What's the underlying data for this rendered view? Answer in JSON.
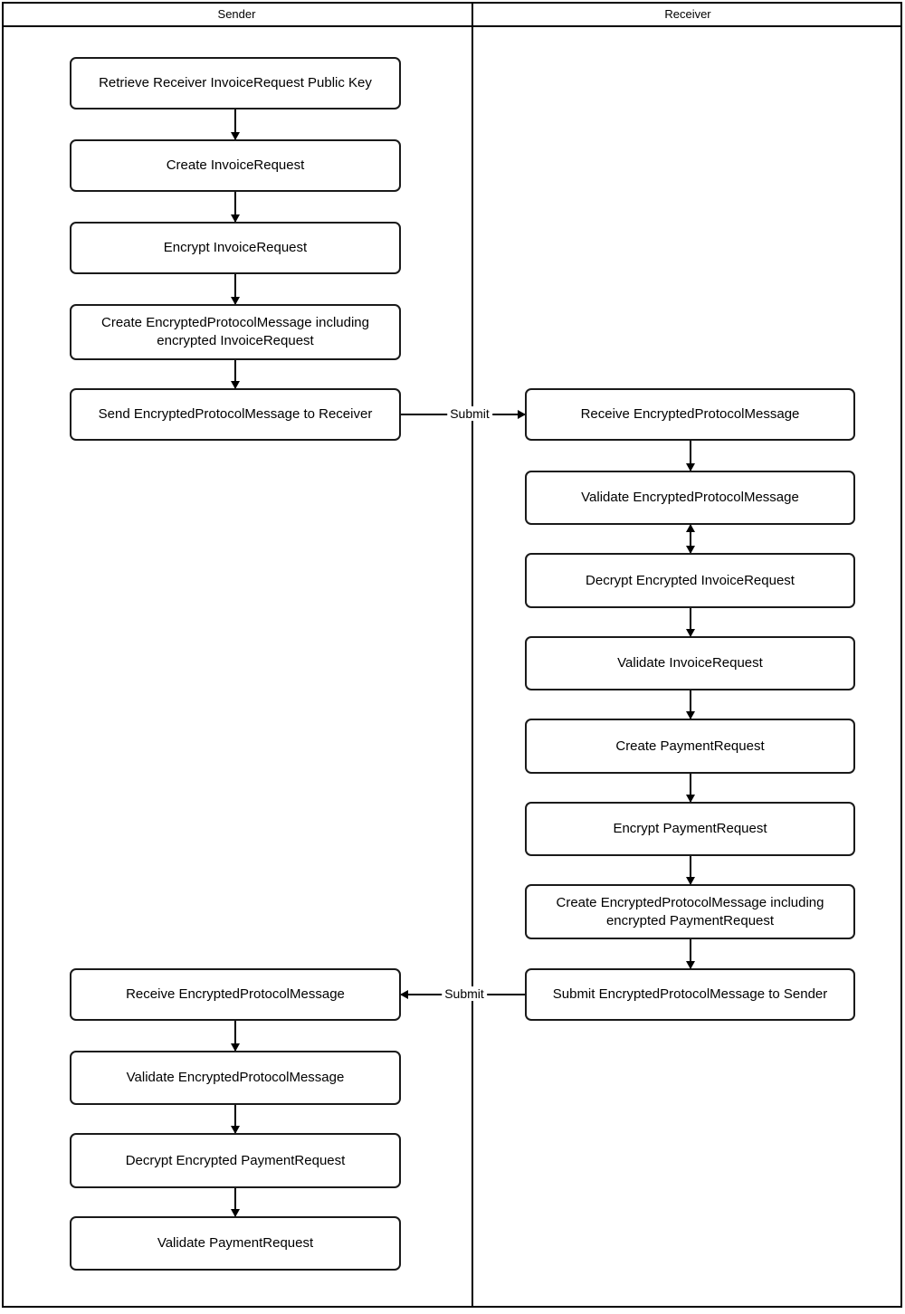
{
  "diagram": {
    "type": "swimlane-flowchart",
    "orientation": "vertical",
    "lanes": [
      {
        "id": "sender",
        "title": "Sender"
      },
      {
        "id": "receiver",
        "title": "Receiver"
      }
    ],
    "colors": {
      "node_border": "#1a1a1a",
      "node_fill": "#ffffff",
      "frame_border": "#000000",
      "connector": "#000000",
      "text": "#000000"
    },
    "nodes": {
      "sender_top": [
        {
          "id": "s1",
          "label": "Retrieve Receiver InvoiceRequest Public Key"
        },
        {
          "id": "s2",
          "label": "Create InvoiceRequest"
        },
        {
          "id": "s3",
          "label": "Encrypt InvoiceRequest"
        },
        {
          "id": "s4",
          "label": "Create EncryptedProtocolMessage including encrypted InvoiceRequest"
        },
        {
          "id": "s5",
          "label": "Send EncryptedProtocolMessage to Receiver"
        }
      ],
      "receiver": [
        {
          "id": "r1",
          "label": "Receive EncryptedProtocolMessage"
        },
        {
          "id": "r2",
          "label": "Validate EncryptedProtocolMessage"
        },
        {
          "id": "r3",
          "label": "Decrypt Encrypted InvoiceRequest"
        },
        {
          "id": "r4",
          "label": "Validate InvoiceRequest"
        },
        {
          "id": "r5",
          "label": "Create PaymentRequest"
        },
        {
          "id": "r6",
          "label": "Encrypt PaymentRequest"
        },
        {
          "id": "r7",
          "label": "Create EncryptedProtocolMessage including encrypted PaymentRequest"
        },
        {
          "id": "r8",
          "label": "Submit EncryptedProtocolMessage to Sender"
        }
      ],
      "sender_bottom": [
        {
          "id": "s6",
          "label": "Receive EncryptedProtocolMessage"
        },
        {
          "id": "s7",
          "label": "Validate EncryptedProtocolMessage"
        },
        {
          "id": "s8",
          "label": "Decrypt Encrypted PaymentRequest"
        },
        {
          "id": "s9",
          "label": "Validate PaymentRequest"
        }
      ]
    },
    "edge_labels": {
      "submit_forward": "Submit",
      "submit_back": "Submit"
    }
  }
}
